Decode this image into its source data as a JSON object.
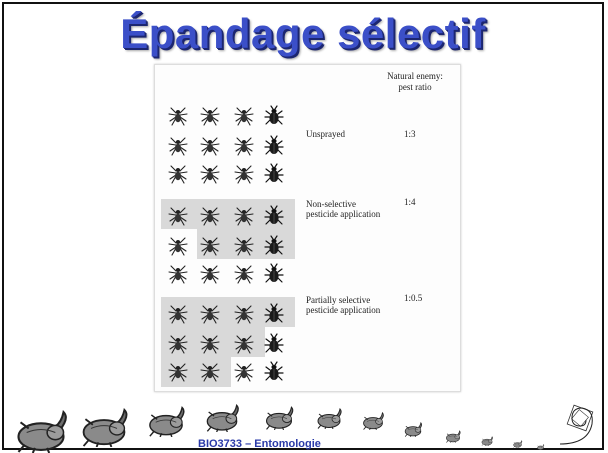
{
  "slide": {
    "title": "Épandage sélectif",
    "footer_course": "BIO3733 – Entomologie"
  },
  "figure": {
    "header_line1": "Natural enemy:",
    "header_line2": "pest ratio",
    "panels": [
      {
        "label_line1": "Unsprayed",
        "label_line2": "",
        "ratio": "1:3"
      },
      {
        "label_line1": "Non-selective",
        "label_line2": "pesticide application",
        "ratio": "1:4"
      },
      {
        "label_line1": "Partially selective",
        "label_line2": "pesticide application",
        "ratio": "1:0.5"
      }
    ]
  },
  "icons": {
    "spider": "spider-icon",
    "beetle": "beetle-icon",
    "footer_beetle": "rhinoceros-beetle-icon",
    "spiral": "golden-spiral-icon"
  },
  "colors": {
    "title": "#3b4fc8",
    "footer_text": "#2a3aa8",
    "shade": "#d9d9d9"
  }
}
